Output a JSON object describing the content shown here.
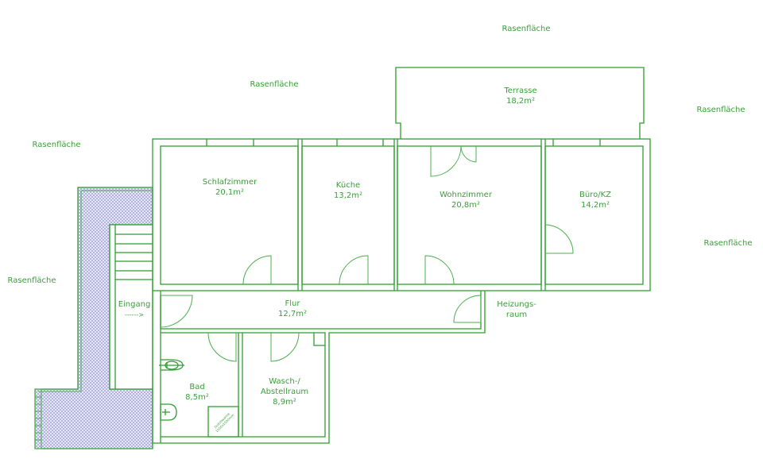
{
  "colors": {
    "lines": "#2f9e2f",
    "text": "#3a9f3a",
    "hatch": "#9a9ad8"
  },
  "outside": {
    "lawn_labels": [
      "Rasenfläche",
      "Rasenfläche",
      "Rasenfläche",
      "Rasenfläche",
      "Rasenfläche",
      "Rasenfläche"
    ]
  },
  "rooms": {
    "terrasse": {
      "name": "Terrasse",
      "area": "18,2m²"
    },
    "schlafzimmer": {
      "name": "Schlafzimmer",
      "area": "20,1m²"
    },
    "kueche": {
      "name": "Küche",
      "area": "13,2m²"
    },
    "wohnzimmer": {
      "name": "Wohnzimmer",
      "area": "20,8m²"
    },
    "buero": {
      "name": "Büro/KZ",
      "area": "14,2m²"
    },
    "flur": {
      "name": "Flur",
      "area": "12,7m²"
    },
    "heizung": {
      "name_line1": "Heizungs-",
      "name_line2": "raum"
    },
    "bad": {
      "name": "Bad",
      "area": "8,5m²"
    },
    "wasch": {
      "name_line1": "Wasch-/",
      "name_line2": "Abstellraum",
      "area": "8,9m²"
    }
  },
  "entrance": {
    "label": "Eingang",
    "arrow": "------>"
  },
  "shower": {
    "line1": "Duschwanne",
    "line2": "1000x1000mm"
  }
}
